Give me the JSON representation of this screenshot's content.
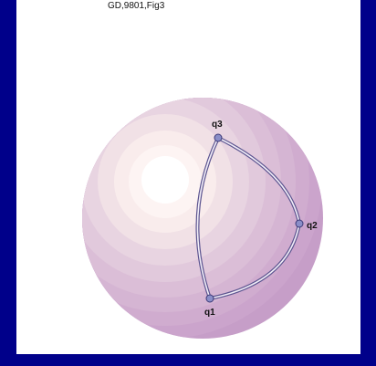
{
  "figure": {
    "caption": "GD,9801,Fig3",
    "points": [
      {
        "id": "q1",
        "label": "q1"
      },
      {
        "id": "q2",
        "label": "q2"
      },
      {
        "id": "q3",
        "label": "q3"
      }
    ]
  },
  "colors": {
    "background_border": "#00008a",
    "panel": "#ffffff",
    "sphere_light": "#fdf0f0",
    "sphere_dark": "#c9a3cc",
    "triangle_stroke": "#5d5590",
    "point_fill": "#8a8ec8"
  }
}
